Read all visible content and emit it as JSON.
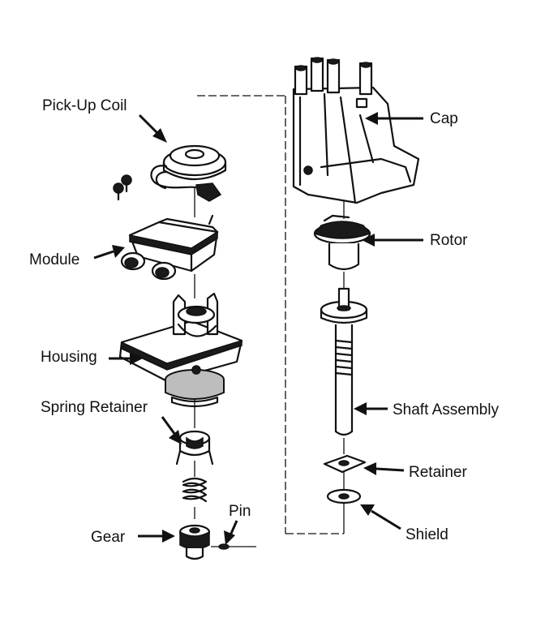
{
  "labels": {
    "pickup_coil": "Pick-Up Coil",
    "module": "Module",
    "housing": "Housing",
    "spring_retainer": "Spring Retainer",
    "gear": "Gear",
    "pin": "Pin",
    "cap": "Cap",
    "rotor": "Rotor",
    "shaft_assembly": "Shaft Assembly",
    "retainer": "Retainer",
    "shield": "Shield"
  },
  "colors": {
    "ink": "#111111",
    "background": "#ffffff"
  }
}
